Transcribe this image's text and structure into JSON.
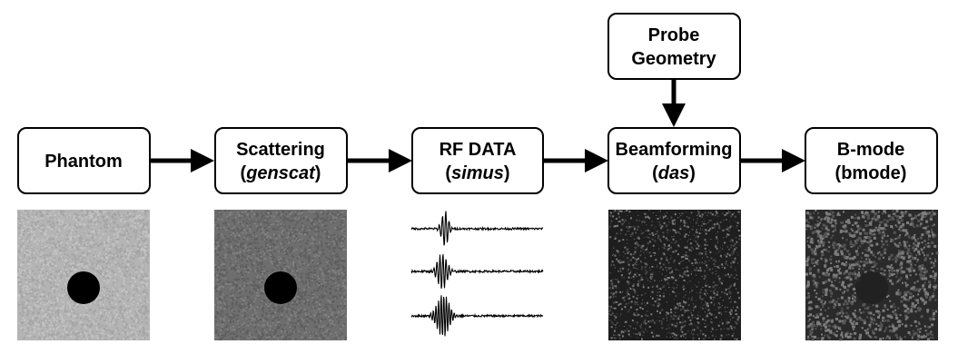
{
  "diagram": {
    "boxes": {
      "phantom": {
        "line1": "Phantom",
        "line2": ""
      },
      "scattering": {
        "line1": "Scattering",
        "line2_pre": "(",
        "line2_italic": "genscat",
        "line2_post": ")"
      },
      "rfdata": {
        "line1": "RF DATA",
        "line2_pre": "(",
        "line2_italic": "simus",
        "line2_post": ")"
      },
      "beamforming": {
        "line1": "Beamforming",
        "line2_pre": "(",
        "line2_italic": "das",
        "line2_post": ")"
      },
      "bmode": {
        "line1": "B-mode",
        "line2": "(bmode)"
      },
      "probe": {
        "line1": "Probe",
        "line2": "Geometry"
      }
    },
    "images": {
      "phantom": {
        "background": "#b4b4b4",
        "inclusion": "#000000"
      },
      "scattering": {
        "background": "#6e6e6e",
        "inclusion": "#000000"
      },
      "beamforming": {
        "background": "#1e1e1e",
        "speckle": "#c8c8c8"
      },
      "bmode": {
        "background": "#2a2a2a",
        "speckle": "#d0d0d0",
        "inclusion": "#202020"
      },
      "rf_signals": {
        "count": 3,
        "color": "#000000"
      }
    },
    "colors": {
      "stroke": "#000000",
      "fill": "#ffffff"
    }
  }
}
